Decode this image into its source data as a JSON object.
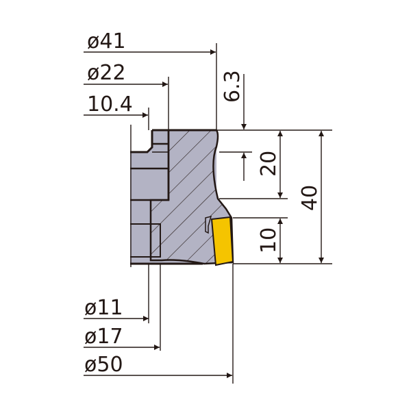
{
  "diagram": {
    "type": "milling-cutter-cross-section",
    "colors": {
      "body": "#b3b3c4",
      "hatch": "#231815",
      "outline": "#231815",
      "insert": "#f5c400",
      "background": "#ffffff"
    },
    "dimensions_left": [
      {
        "id": "d41",
        "label": "ø41"
      },
      {
        "id": "d22",
        "label": "ø22"
      },
      {
        "id": "d104",
        "label": "10.4"
      },
      {
        "id": "d11",
        "label": "ø11"
      },
      {
        "id": "d17",
        "label": "ø17"
      },
      {
        "id": "d50",
        "label": "ø50"
      }
    ],
    "dimensions_right": [
      {
        "id": "h63",
        "label": "6.3"
      },
      {
        "id": "h20",
        "label": "20"
      },
      {
        "id": "h40",
        "label": "40"
      },
      {
        "id": "h10",
        "label": "10"
      }
    ]
  }
}
